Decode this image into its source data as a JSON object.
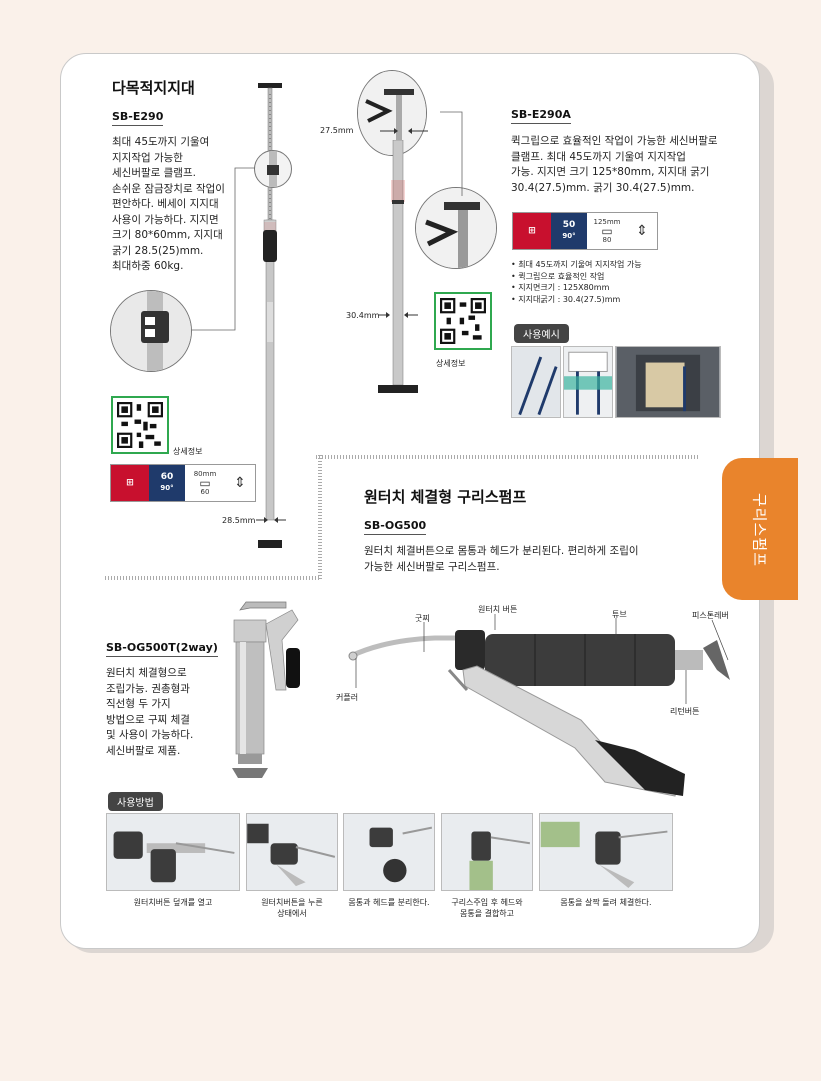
{
  "sidebar_tab": {
    "label": "구리스펌프",
    "color": "#e9842c"
  },
  "product1": {
    "title": "다목적지지대",
    "model": "SB-E290",
    "desc_lines": [
      "최대 45도까지 기울여",
      "지지작업 가능한",
      "세신버팔로 클램프.",
      "손쉬운 잠금장치로 작업이",
      "편안하다. 베세이 지지대",
      "사용이 가능하다. 지지면",
      "크기 80*60mm, 지지대",
      "굵기 28.5(25)mm.",
      "최대하중 60kg."
    ],
    "qr_label": "상세정보",
    "dimension": "28.5mm",
    "icons": {
      "load": "60",
      "angle": "90°",
      "size_a": "80mm",
      "size_b": "60"
    }
  },
  "product2": {
    "model": "SB-E290A",
    "desc_lines": [
      "퀵그립으로 효율적인 작업이 가능한 세신버팔로",
      "클램프. 최대 45도까지 기울여 지지작업",
      "가능. 지지면 크기 125*80mm, 지지대 굵기",
      "30.4(27.5)mm. 굵기 30.4(27.5)mm."
    ],
    "dim_top": "27.5mm",
    "dim_mid": "30.4mm",
    "qr_label": "상세정보",
    "icons": {
      "load": "50",
      "angle": "90°",
      "size_a": "125mm",
      "size_b": "80"
    },
    "bullets": [
      "최대 45도까지 기울여 지지작업 가능",
      "퀵그립으로 효율적인 작업",
      "지지면크기 : 125X80mm",
      "지지대굵기 : 30.4(27.5)mm"
    ],
    "usage_label": "사용예시"
  },
  "product3": {
    "title": "원터치 체결형 구리스펌프",
    "model": "SB-OG500",
    "desc_lines": [
      "원터치 체결버튼으로 몸통과 헤드가 분리된다. 편리하게 조립이",
      "가능한 세신버팔로 구리스펌프."
    ],
    "callouts": {
      "nozzle": "굿찌",
      "button": "원터치 버튼",
      "tube": "튜브",
      "piston": "피스톤레버",
      "coupler": "커플러",
      "release": "리턴버튼"
    }
  },
  "product4": {
    "model": "SB-OG500T(2way)",
    "desc_lines": [
      "원터치 체결형으로",
      "조립가능. 권총형과",
      "직선형 두 가지",
      "방법으로 구찌 체결",
      "및 사용이 가능하다.",
      "세신버팔로 제품."
    ]
  },
  "howto": {
    "label": "사용방법",
    "steps": [
      {
        "caption": [
          "원터치버튼 덮개를 열고"
        ]
      },
      {
        "caption": [
          "원터치버튼을 누른",
          "상태에서"
        ]
      },
      {
        "caption": [
          "몸통과 헤드를 분리한다."
        ]
      },
      {
        "caption": [
          "구리스주입 후 헤드와",
          "몸통을 결합하고"
        ]
      },
      {
        "caption": [
          "몸통을 살짝 돌려 체결한다."
        ]
      }
    ]
  }
}
